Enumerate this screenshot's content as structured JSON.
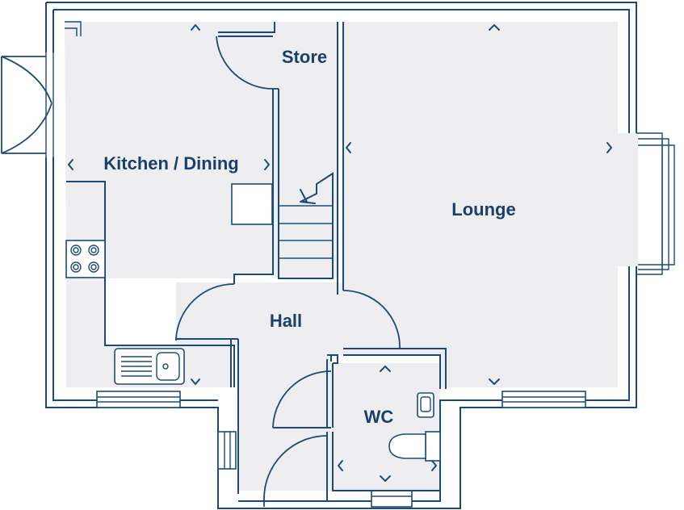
{
  "rooms": {
    "kitchen_dining": "Kitchen / Dining",
    "store": "Store",
    "lounge": "Lounge",
    "hall": "Hall",
    "wc": "WC"
  },
  "colors": {
    "wall": "#1b4a7a",
    "label": "#1a3f6b",
    "floor": "#eeeef0"
  }
}
